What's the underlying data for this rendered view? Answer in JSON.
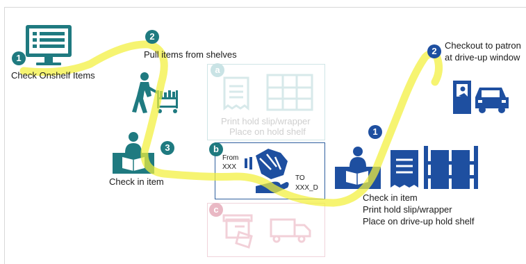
{
  "colors": {
    "teal": "#1f7a80",
    "navy": "#1e4fa0",
    "blue": "#2b63c4",
    "highlight": "#f2f03a",
    "faded_teal": "#9fcfd2",
    "faded_pink": "#e9b8c4",
    "box_border": "#2f5f9e"
  },
  "steps": {
    "s1": {
      "badge": "1",
      "label": "Check Onshelf Items"
    },
    "s2": {
      "badge": "2",
      "label": "Pull items from shelves"
    },
    "s3": {
      "badge": "3",
      "label": "Check in item"
    }
  },
  "options": {
    "a": {
      "badge": "a",
      "line1": "Print hold slip/wrapper",
      "line2": "Place on hold shelf"
    },
    "b": {
      "badge": "b",
      "from_label": "From",
      "from_value": "XXX",
      "to_label": "TO",
      "to_value": "XXX_D"
    },
    "c": {
      "badge": "c"
    }
  },
  "right": {
    "step1": {
      "badge": "1",
      "line1": "Check in item",
      "line2": "Print hold slip/wrapper",
      "line3": "Place on drive-up hold shelf"
    },
    "step2": {
      "badge": "2",
      "line1": "Checkout to patron",
      "line2": "at drive-up window"
    }
  },
  "icons": [
    "computer-monitor-icon",
    "person-cart-icon",
    "librarian-desk-icon",
    "receipt-icon",
    "shelves-icon",
    "transfer-map-icon",
    "package-box-icon",
    "delivery-truck-icon",
    "drive-up-window-icon",
    "car-icon"
  ]
}
